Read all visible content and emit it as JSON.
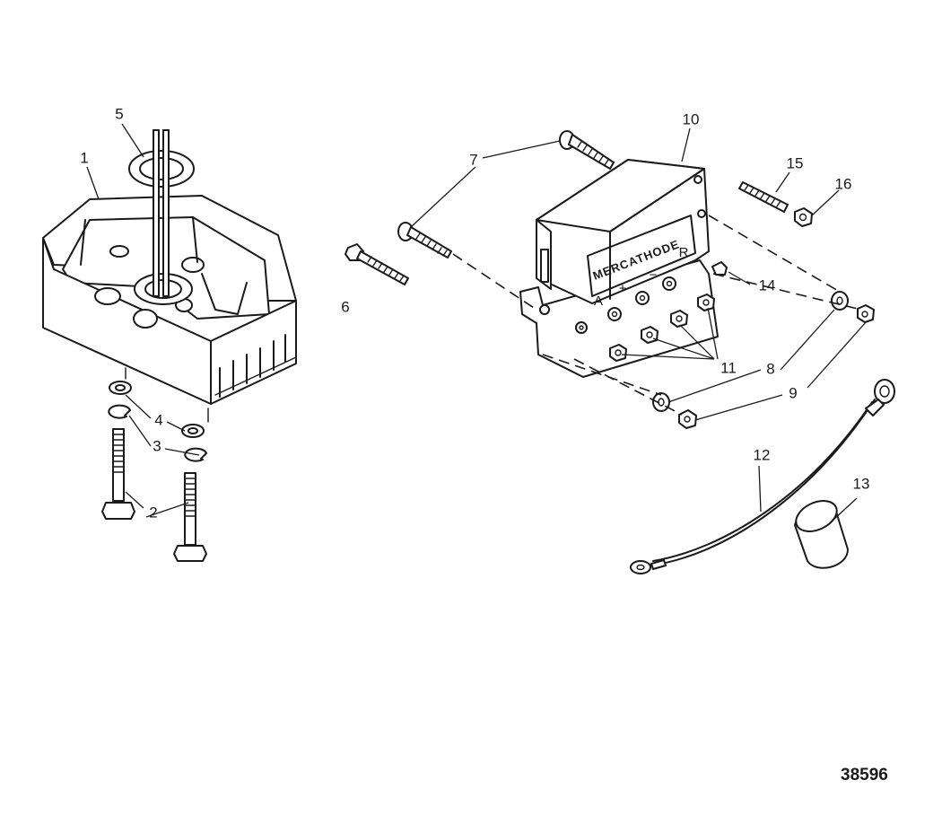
{
  "figure_number": "38596",
  "housing_label": "MERCATHODE",
  "terminal_labels": {
    "a": "A",
    "plus": "+",
    "minus": "−",
    "r": "R"
  },
  "callouts": [
    "1",
    "2",
    "3",
    "4",
    "5",
    "6",
    "7",
    "8",
    "9",
    "10",
    "11",
    "12",
    "13",
    "14",
    "15",
    "16"
  ]
}
